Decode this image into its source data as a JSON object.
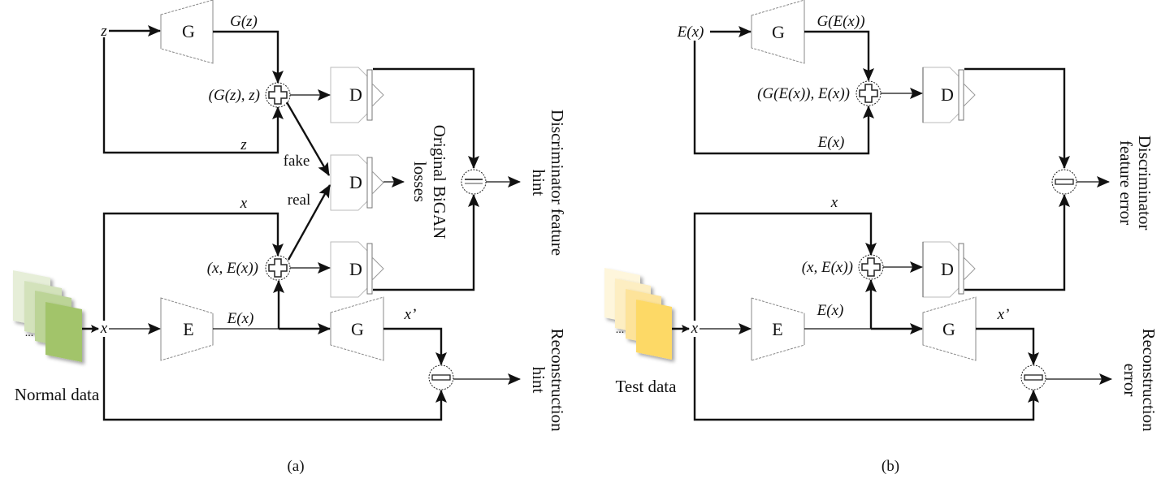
{
  "figure": {
    "panels": [
      {
        "id": "a",
        "caption": "(a)",
        "data_label": "Normal data",
        "data_color": "#a2c46b",
        "data_colors": [
          "#e6eed8",
          "#d3e2bb",
          "#bcd497",
          "#a2c46b"
        ],
        "blocks": {
          "generator_top": "G",
          "discriminator_top": "D",
          "discriminator_middle": "D",
          "discriminator_bottom": "D",
          "encoder": "E",
          "generator_bottom": "G"
        },
        "labels": {
          "z_input": "z",
          "g_output": "G(z)",
          "pair_fake": "(G(z), z)",
          "z_loop": "z",
          "fake": "fake",
          "real": "real",
          "x_top": "x",
          "pair_real": "(x, E(x))",
          "x_input": "x",
          "e_output": "E(x)",
          "x_prime": "x’",
          "ellipsis": "..."
        },
        "outputs": {
          "bigan": "Original BiGAN losses",
          "bigan_line1": "Original BiGAN",
          "bigan_line2": "losses",
          "disc_line1": "Discriminator feature",
          "disc_line2": "hint",
          "recon_line1": "Reconstruction",
          "recon_line2": "hint"
        }
      },
      {
        "id": "b",
        "caption": "(b)",
        "data_label": "Test data",
        "data_color": "#fdd966",
        "data_colors": [
          "#fef6dc",
          "#fdeec2",
          "#fde39a",
          "#fdd966"
        ],
        "blocks": {
          "generator_top": "G",
          "discriminator_top": "D",
          "discriminator_bottom": "D",
          "encoder": "E",
          "generator_bottom": "G"
        },
        "labels": {
          "ex_input": "E(x)",
          "g_output": "G(E(x))",
          "pair_fake": "(G(E(x)), E(x))",
          "ex_loop": "E(x)",
          "x_top": "x",
          "pair_real": "(x, E(x))",
          "x_input": "x",
          "e_output": "E(x)",
          "x_prime": "x’",
          "ellipsis": "..."
        },
        "outputs": {
          "disc_line1": "Discriminator",
          "disc_line2": "feature error",
          "recon_line1": "Reconstruction",
          "recon_line2": "error"
        }
      }
    ]
  }
}
